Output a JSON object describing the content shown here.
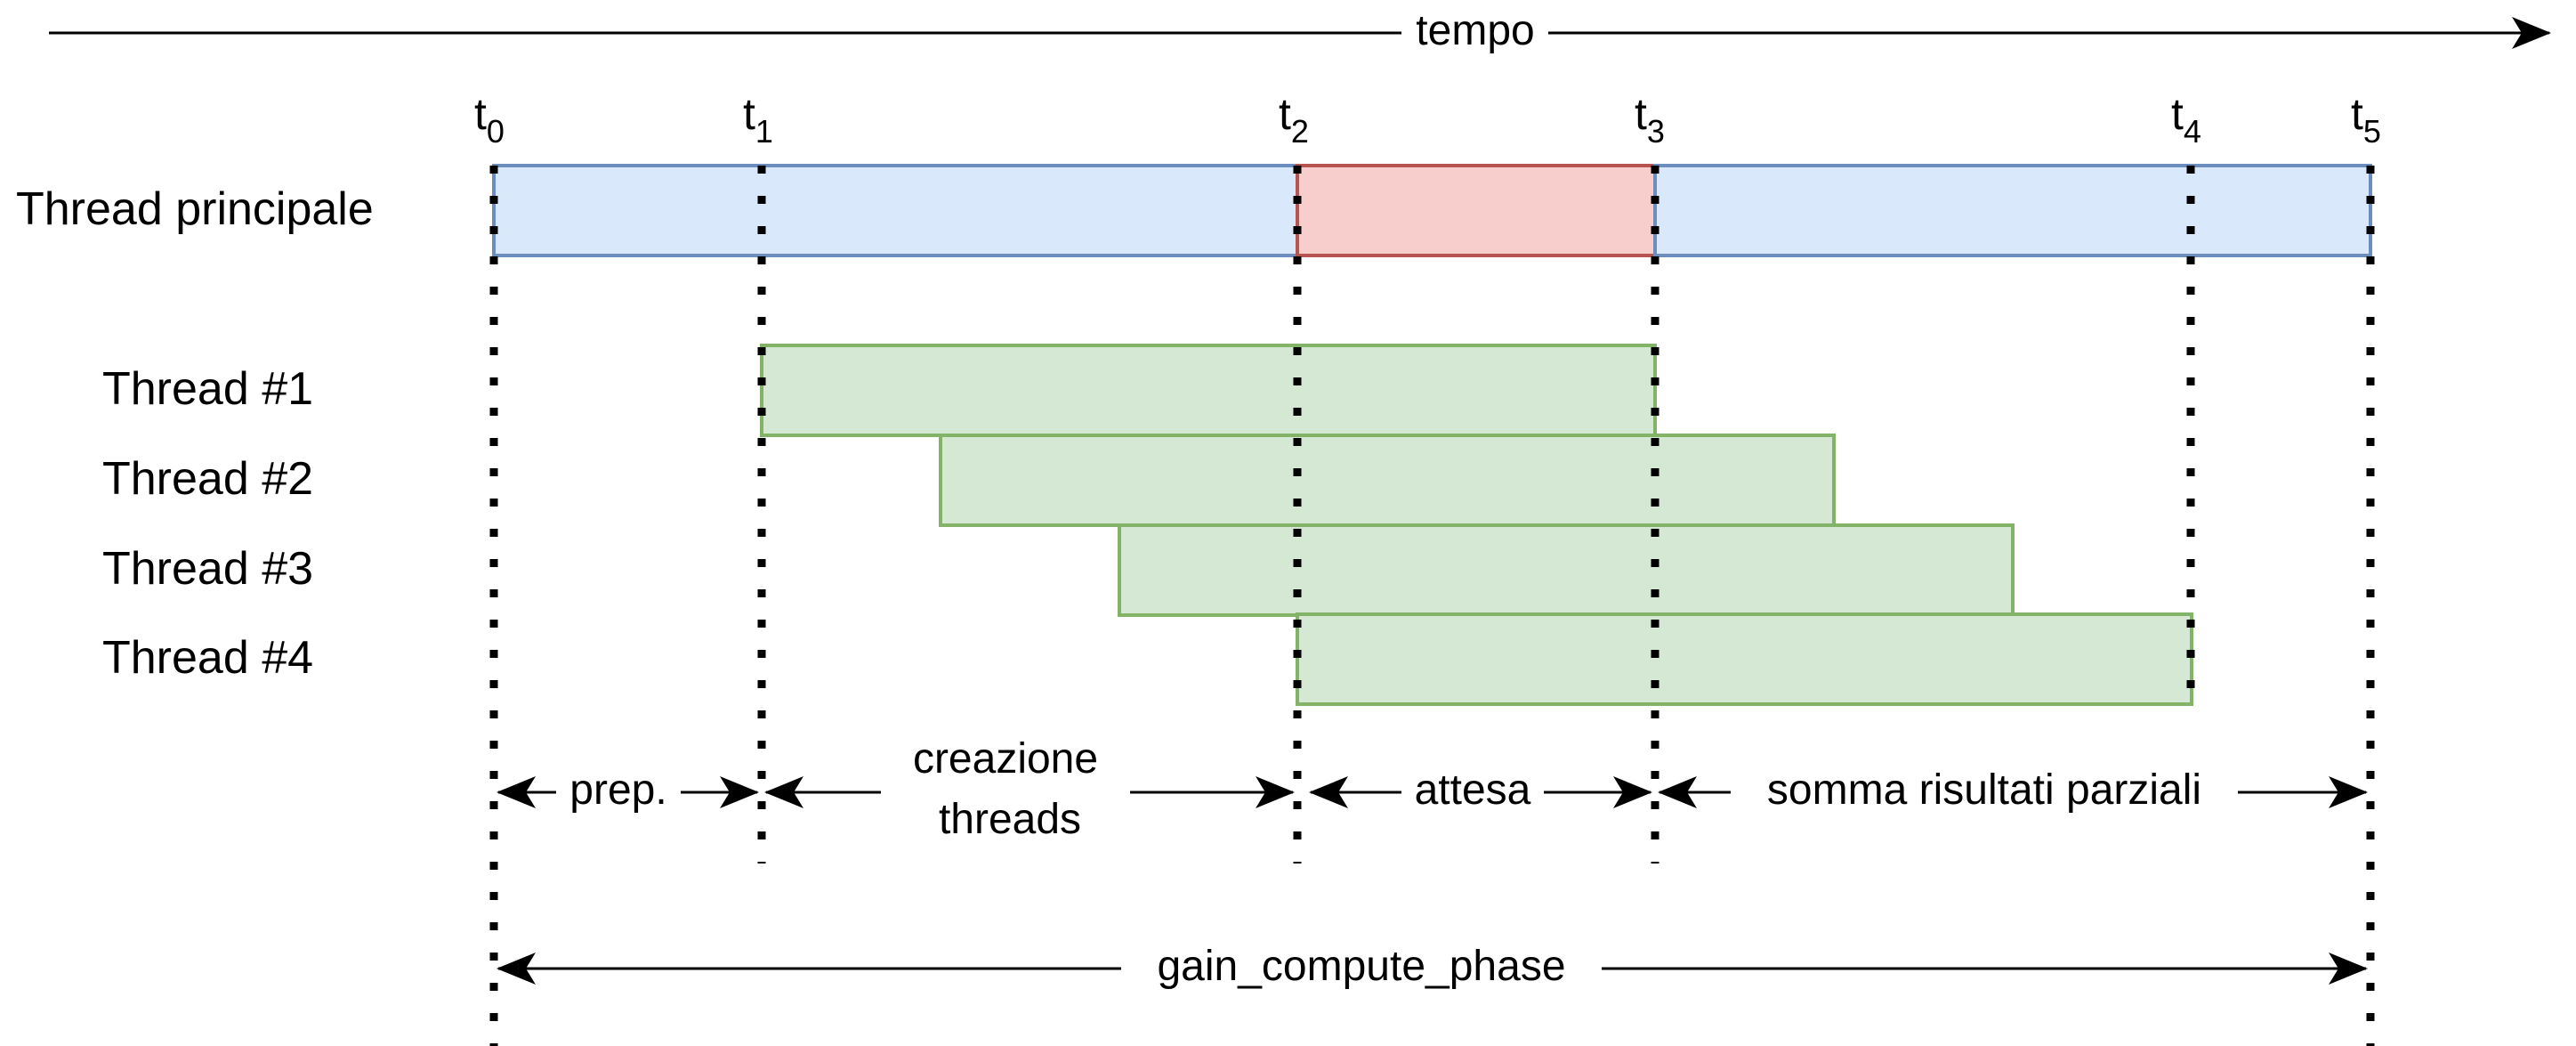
{
  "axis": {
    "label": "tempo"
  },
  "ticks": [
    {
      "name": "t0",
      "base": "t",
      "sub": "0"
    },
    {
      "name": "t1",
      "base": "t",
      "sub": "1"
    },
    {
      "name": "t2",
      "base": "t",
      "sub": "2"
    },
    {
      "name": "t3",
      "base": "t",
      "sub": "3"
    },
    {
      "name": "t4",
      "base": "t",
      "sub": "4"
    },
    {
      "name": "t5",
      "base": "t",
      "sub": "5"
    }
  ],
  "rows": {
    "main": "Thread principale",
    "workers": [
      "Thread #1",
      "Thread #2",
      "Thread #3",
      "Thread #4"
    ]
  },
  "phases": {
    "prep": "prep.",
    "creation_line1": "creazione",
    "creation_line2": "threads",
    "wait": "attesa",
    "sum": "somma risultati parziali",
    "total": "gain_compute_phase"
  },
  "colors": {
    "main_fill": "#dae8fc",
    "main_stroke": "#6c8ebf",
    "wait_fill": "#f8cecc",
    "wait_stroke": "#b85450",
    "worker_fill": "#d5e8d4",
    "worker_stroke": "#82b366"
  }
}
